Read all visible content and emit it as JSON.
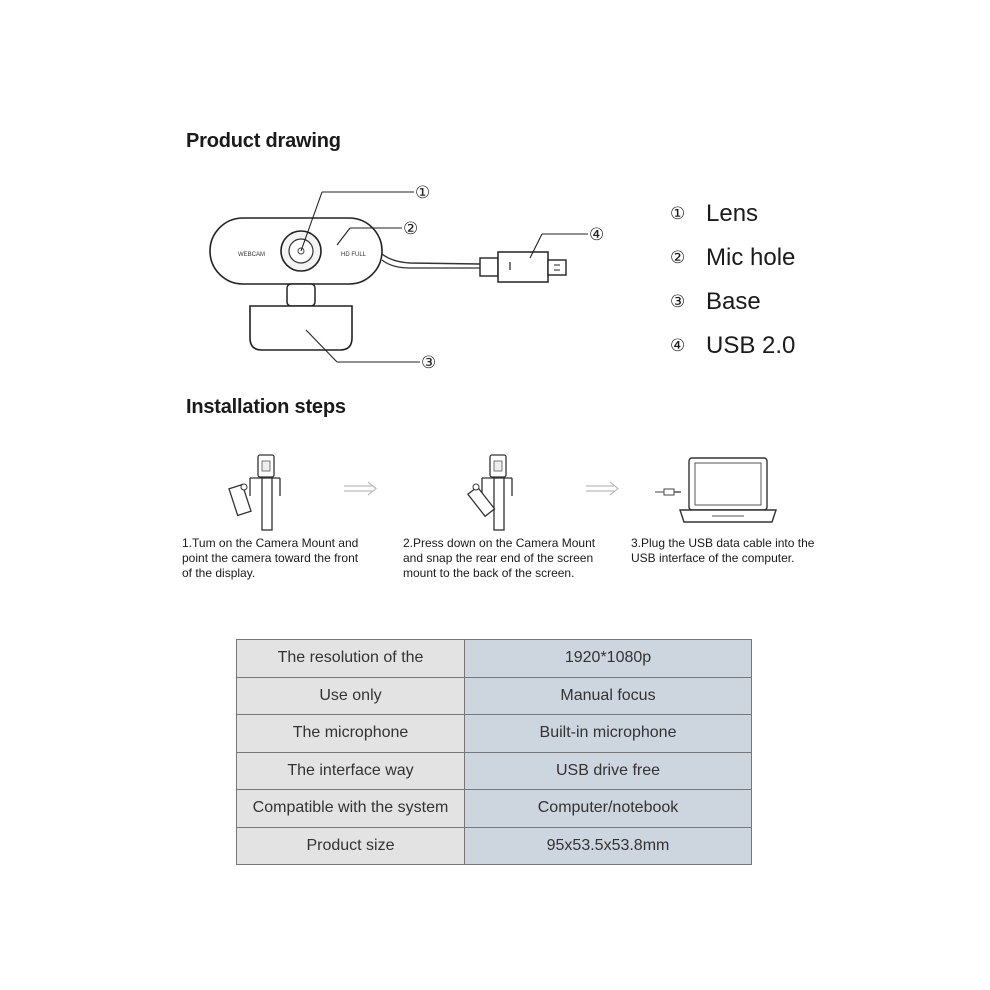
{
  "product_drawing": {
    "title": "Product drawing",
    "camera_labels": {
      "left": "WEBCAM",
      "right": "HD FULL"
    },
    "callouts": [
      "①",
      "②",
      "③",
      "④"
    ],
    "legend": [
      {
        "num": "①",
        "label": "Lens"
      },
      {
        "num": "②",
        "label": "Mic hole"
      },
      {
        "num": "③",
        "label": "Base"
      },
      {
        "num": "④",
        "label": "USB 2.0"
      }
    ]
  },
  "installation": {
    "title": "Installation steps",
    "steps": [
      {
        "lines": [
          "1.Tum on the Camera Mount and",
          "point the camera toward the front",
          "of the display."
        ]
      },
      {
        "lines": [
          "2.Press down on the Camera Mount",
          "and snap the rear end of the screen",
          "mount to the back of the screen."
        ]
      },
      {
        "lines": [
          "3.Plug the USB data cable into the",
          "USB interface of the computer."
        ]
      }
    ]
  },
  "specs": {
    "rows": [
      {
        "key": "The resolution of the",
        "value": "1920*1080p"
      },
      {
        "key": "Use only",
        "value": "Manual focus"
      },
      {
        "key": "The microphone",
        "value": "Built-in microphone"
      },
      {
        "key": "The interface way",
        "value": "USB drive free"
      },
      {
        "key": "Compatible with the system",
        "value": "Computer/notebook"
      },
      {
        "key": "Product size",
        "value": "95x53.5x53.8mm"
      }
    ]
  }
}
